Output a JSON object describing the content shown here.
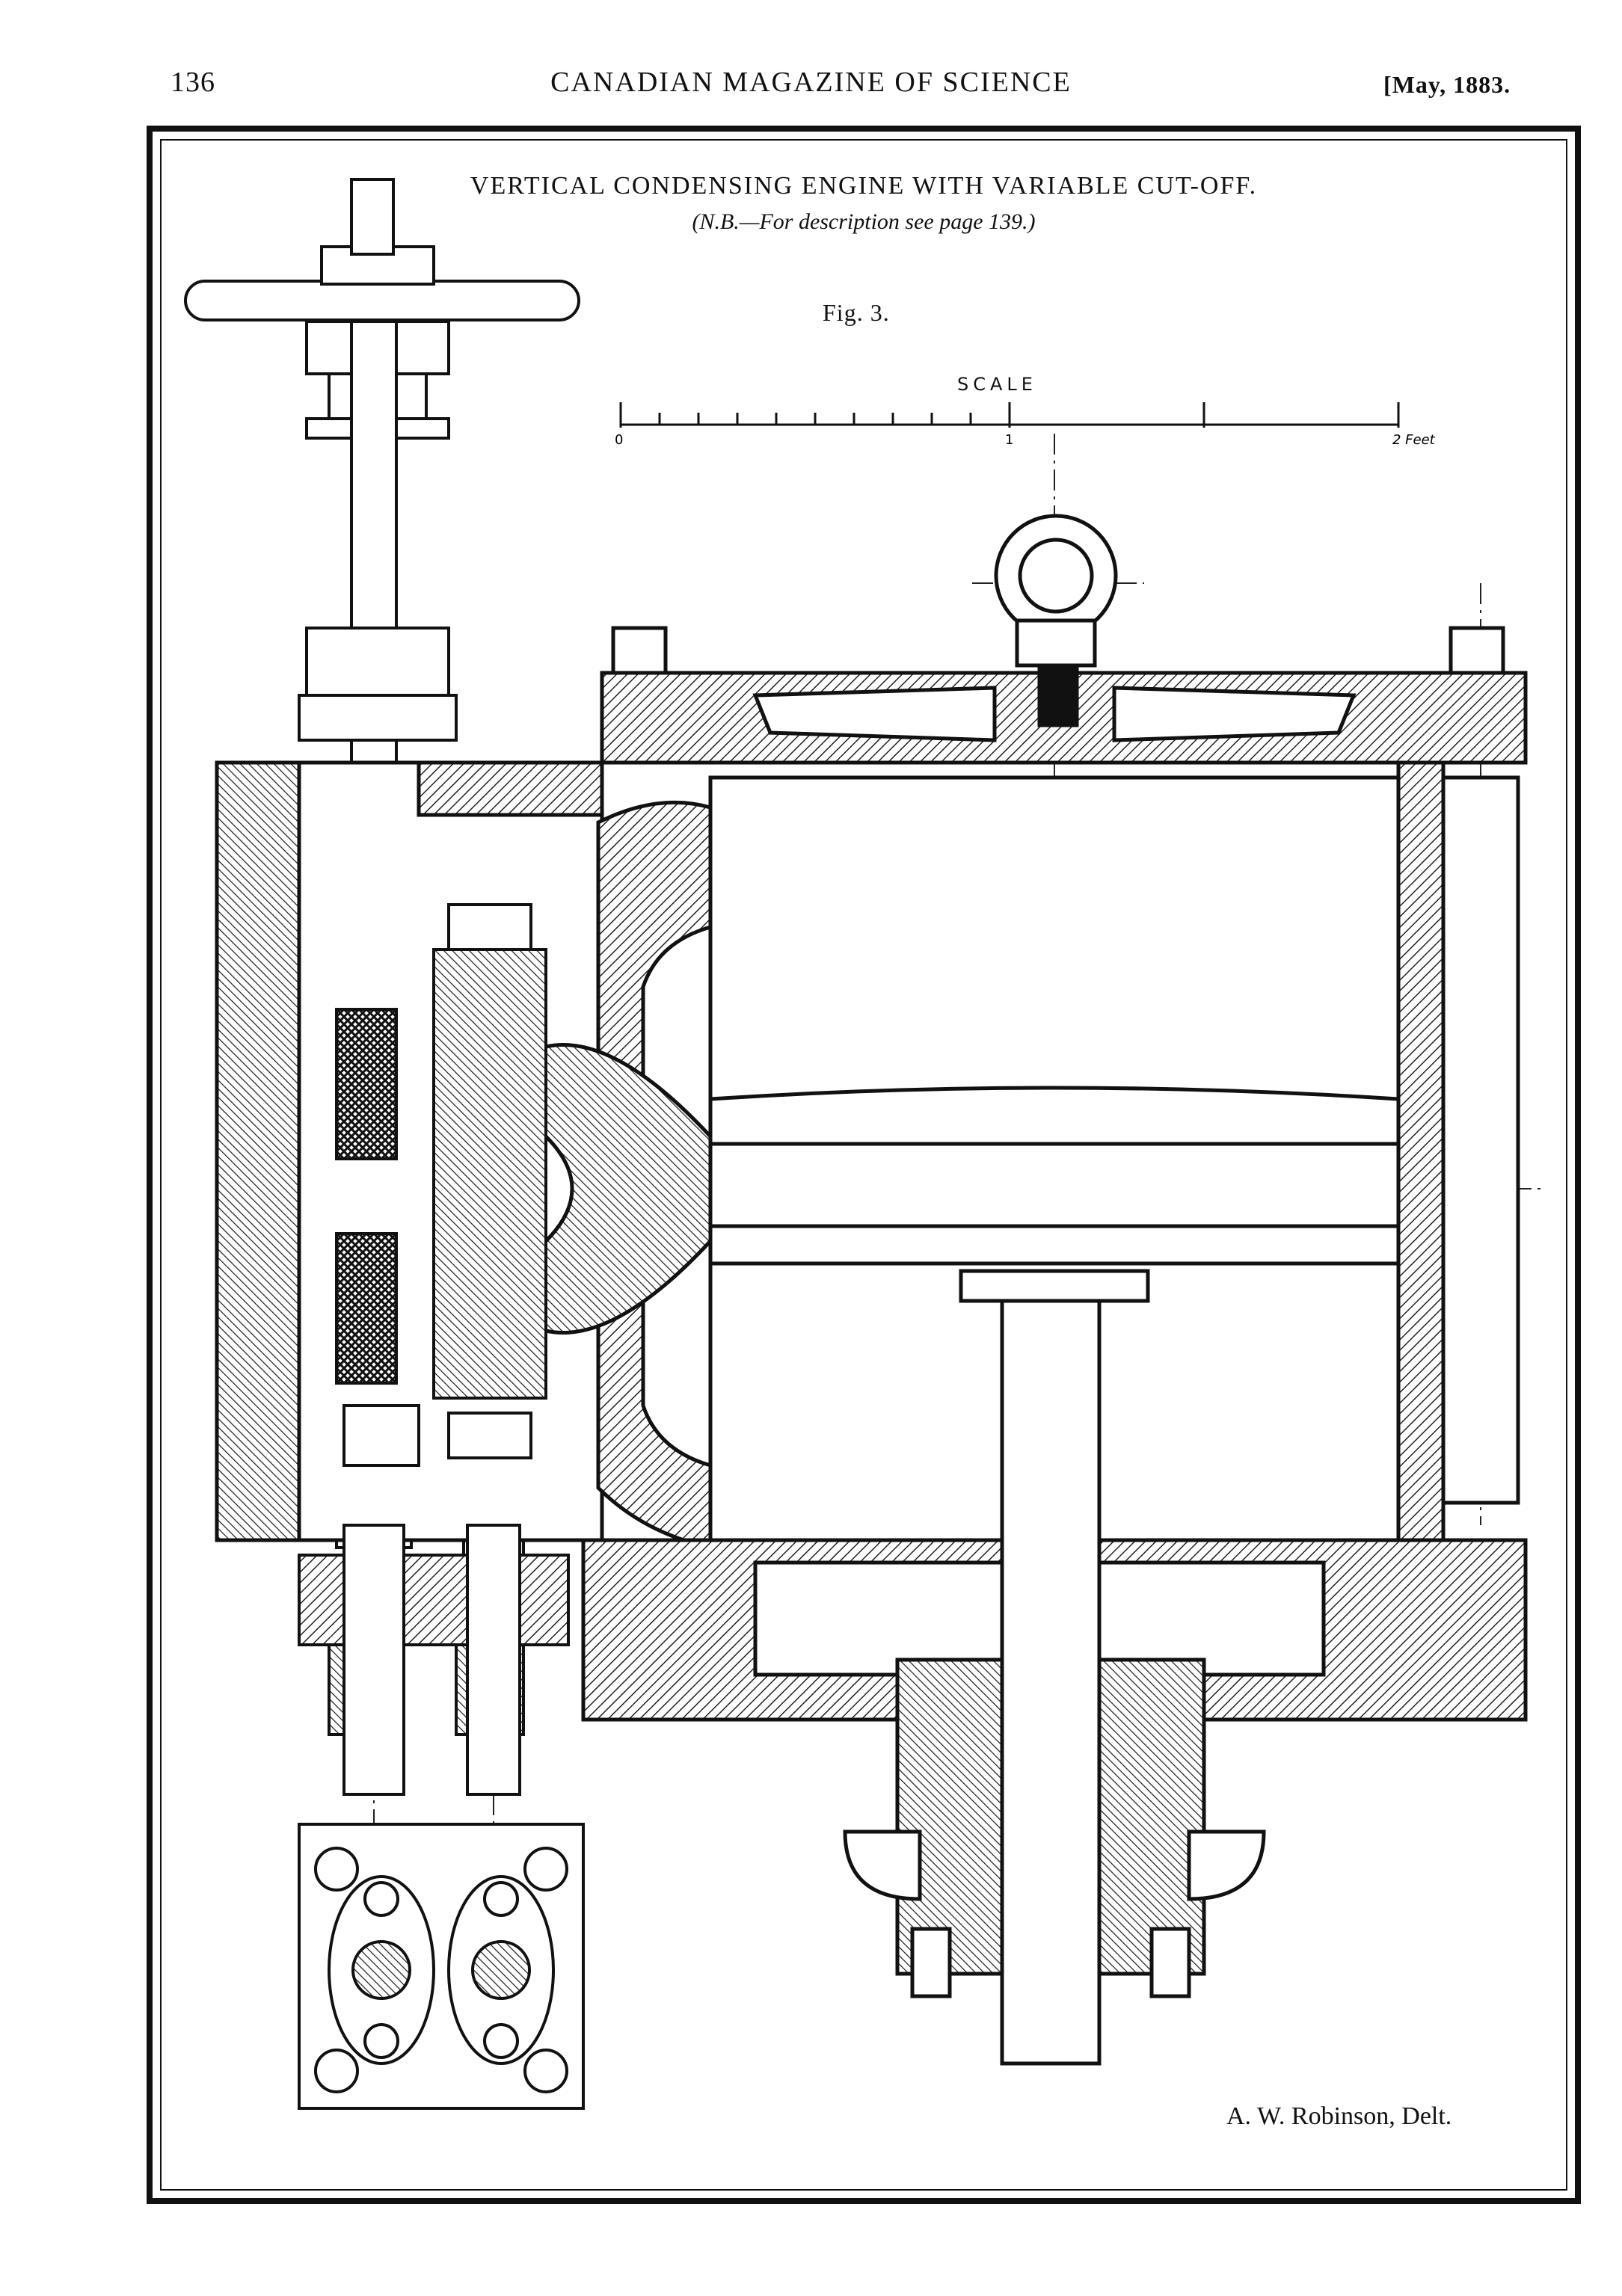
{
  "header": {
    "page_number": "136",
    "journal": "CANADIAN MAGAZINE OF SCIENCE",
    "date": "[May, 1883."
  },
  "plate": {
    "title": "VERTICAL CONDENSING ENGINE WITH VARIABLE CUT-OFF.",
    "note": "(N.B.—For description see page 139.)",
    "figure_label": "Fig. 3.",
    "scale": {
      "label": "SCALE",
      "tick_start": "0",
      "tick_mid": "1",
      "tick_end": "2 Feet"
    },
    "credit": "A. W. Robinson, Delt."
  }
}
